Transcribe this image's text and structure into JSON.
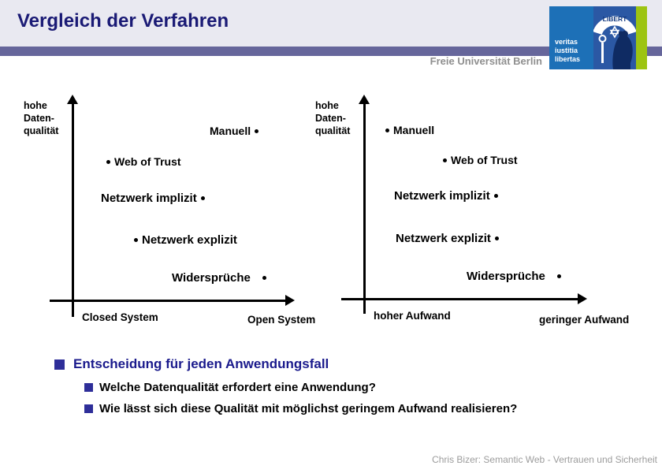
{
  "header": {
    "title": "Vergleich der Verfahren",
    "affiliation": "Freie Universität Berlin"
  },
  "logo": {
    "motto_lines": [
      "veritas",
      "iustitia",
      "libertas"
    ],
    "seal_top_text": "LIBERT",
    "colors": {
      "motto_panel_blue": "#1D70B7",
      "seal_navy": "#2B58A4",
      "bar_green": "#9DC412",
      "band_purple": "#66669B",
      "header_bg": "#E9E9F1",
      "title_navy": "#1A1A75"
    }
  },
  "chart_data": [
    {
      "type": "scatter",
      "panel": "left",
      "ylabel_lines": [
        "hohe",
        "Daten-",
        "qualität"
      ],
      "ylabel": "hohe Datenqualität",
      "xlabel_left": "Closed System",
      "xlabel_right": "Open System",
      "xlim": [
        0,
        1
      ],
      "ylim": [
        0,
        1
      ],
      "grid": false,
      "points": [
        {
          "label": "Manuell",
          "x": 0.86,
          "y": 0.83,
          "dot_side": "after"
        },
        {
          "label": "Web of Trust",
          "x": 0.17,
          "y": 0.69,
          "dot_side": "before"
        },
        {
          "label": "Netzwerk implizit",
          "x": 0.69,
          "y": 0.5,
          "dot_side": "after"
        },
        {
          "label": "Netzwerk explizit",
          "x": 0.29,
          "y": 0.3,
          "dot_side": "before"
        },
        {
          "label": "Widersprüche",
          "x": 0.9,
          "y": 0.11,
          "dot_side": "after"
        }
      ]
    },
    {
      "type": "scatter",
      "panel": "right",
      "ylabel_lines": [
        "hohe",
        "Daten-",
        "qualität"
      ],
      "ylabel": "hohe Datenqualität",
      "xlabel_left": "hoher Aufwand",
      "xlabel_right": "geringer Aufwand",
      "xlim": [
        0,
        1
      ],
      "ylim": [
        0,
        1
      ],
      "grid": false,
      "points": [
        {
          "label": "Manuell",
          "x": 0.11,
          "y": 0.84,
          "dot_side": "before"
        },
        {
          "label": "Web of Trust",
          "x": 0.37,
          "y": 0.7,
          "dot_side": "before"
        },
        {
          "label": "Netzwerk implizit",
          "x": 0.7,
          "y": 0.51,
          "dot_side": "after"
        },
        {
          "label": "Netzwerk explizit",
          "x": 0.71,
          "y": 0.31,
          "dot_side": "after"
        },
        {
          "label": "Widersprüche",
          "x": 0.93,
          "y": 0.12,
          "dot_side": "after"
        }
      ]
    }
  ],
  "bullets": {
    "main": "Entscheidung für jeden Anwendungsfall",
    "subs": [
      "Welche Datenqualität erfordert eine Anwendung?",
      "Wie lässt sich diese Qualität mit möglichst geringem Aufwand realisieren?"
    ]
  },
  "footer": {
    "credit": "Chris Bizer: Semantic Web - Vertrauen und Sicherheit"
  }
}
